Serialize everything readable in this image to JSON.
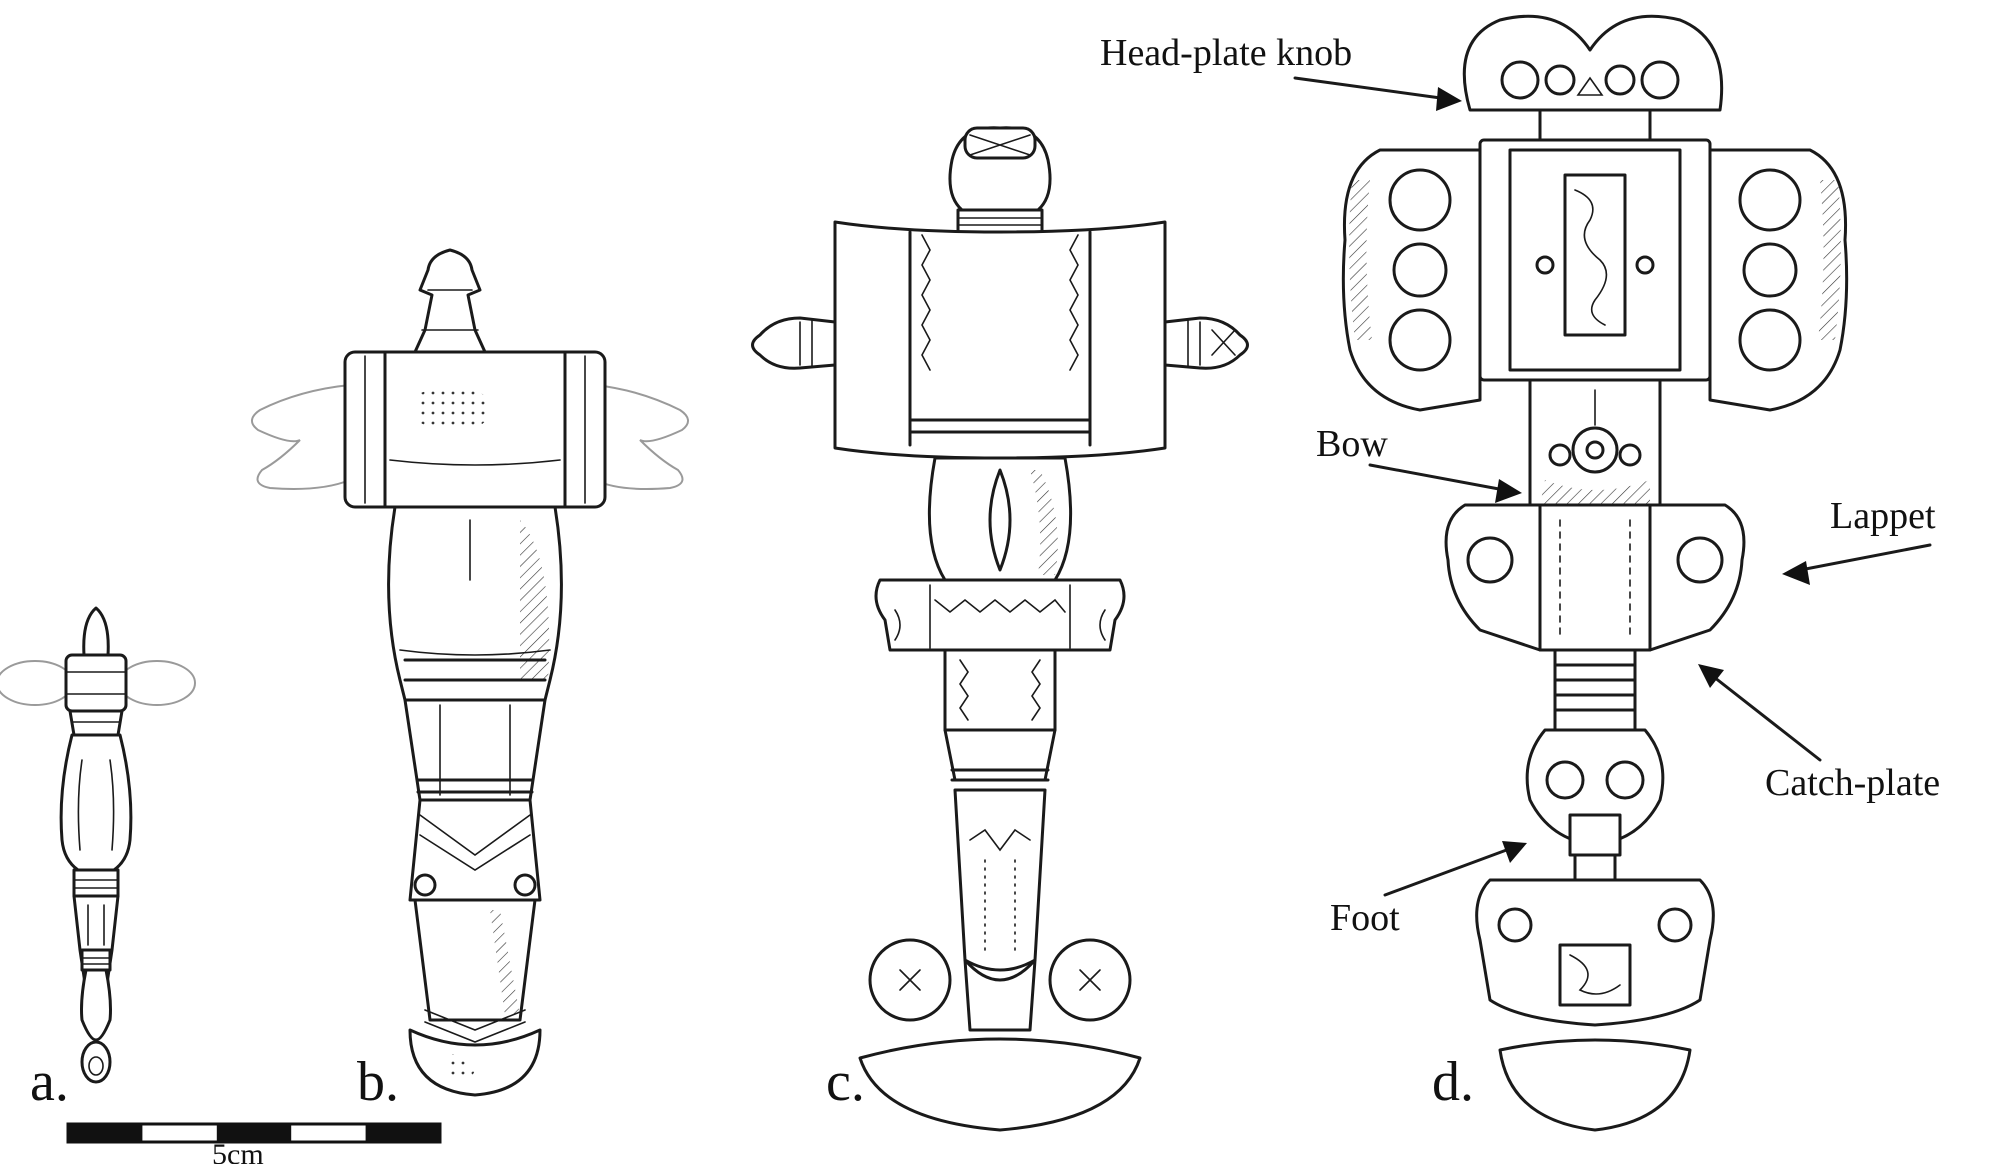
{
  "figure": {
    "panels": [
      {
        "id": "a",
        "label": "a."
      },
      {
        "id": "b",
        "label": "b."
      },
      {
        "id": "c",
        "label": "c."
      },
      {
        "id": "d",
        "label": "d."
      }
    ],
    "annotations": {
      "headplate_knob": "Head-plate knob",
      "bow": "Bow",
      "lappet": "Lappet",
      "catch_plate": "Catch-plate",
      "foot": "Foot"
    },
    "scale_bar": {
      "label": "5cm",
      "segments": 5
    },
    "colors": {
      "ink": "#1a1a1a",
      "background": "#ffffff",
      "faded": "#9a9a9a"
    }
  }
}
